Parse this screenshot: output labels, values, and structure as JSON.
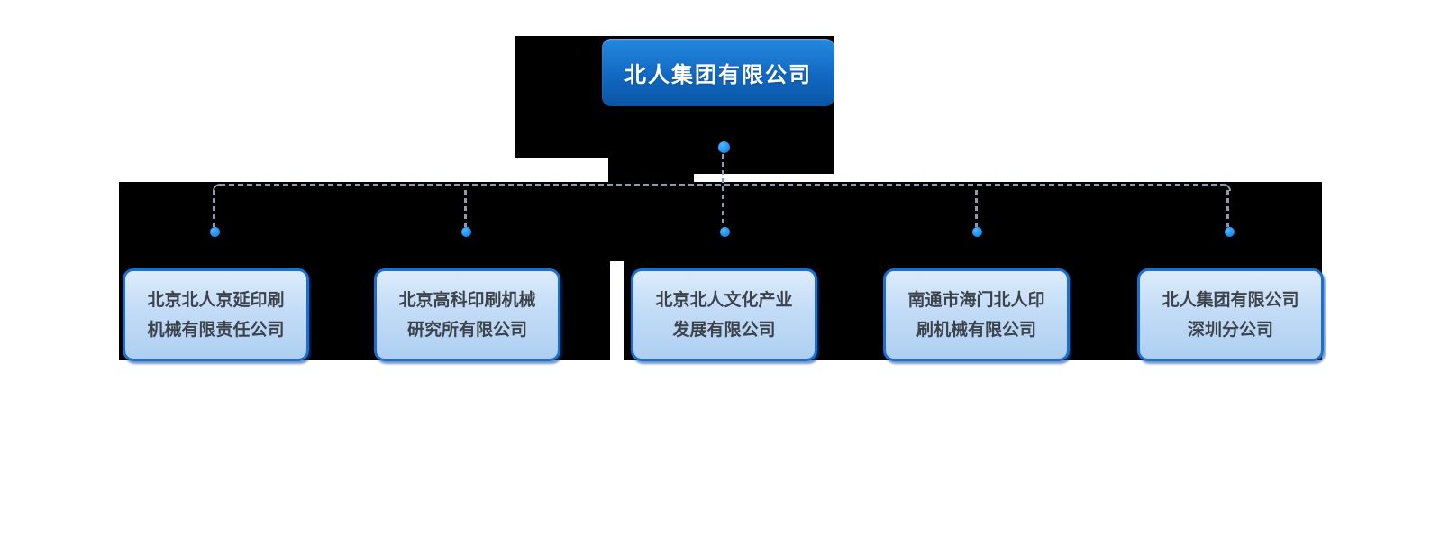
{
  "diagram": {
    "type": "org-chart",
    "root": {
      "label": "北人集团有限公司"
    },
    "children": [
      {
        "line1": "北京北人京延印刷",
        "line2": "机械有限责任公司"
      },
      {
        "line1": "北京高科印刷机械",
        "line2": "研究所有限公司"
      },
      {
        "line1": "北京北人文化产业",
        "line2": "发展有限公司"
      },
      {
        "line1": "南通市海门北人印",
        "line2": "刷机械有限公司"
      },
      {
        "line1": "北人集团有限公司",
        "line2": "深圳分公司"
      }
    ],
    "colors": {
      "root_box_gradient_top": "#2389de",
      "root_box_gradient_bottom": "#0a55a4",
      "root_text": "#ffffff",
      "child_box_border": "#1b6fd3",
      "child_box_gradient_top": "#dcebfb",
      "child_box_gradient_bottom": "#aecff2",
      "child_text": "#3d434b",
      "connector_line": "#8c9cb0",
      "connector_dot": "#2196f3",
      "background_blocks": "#000000"
    }
  }
}
